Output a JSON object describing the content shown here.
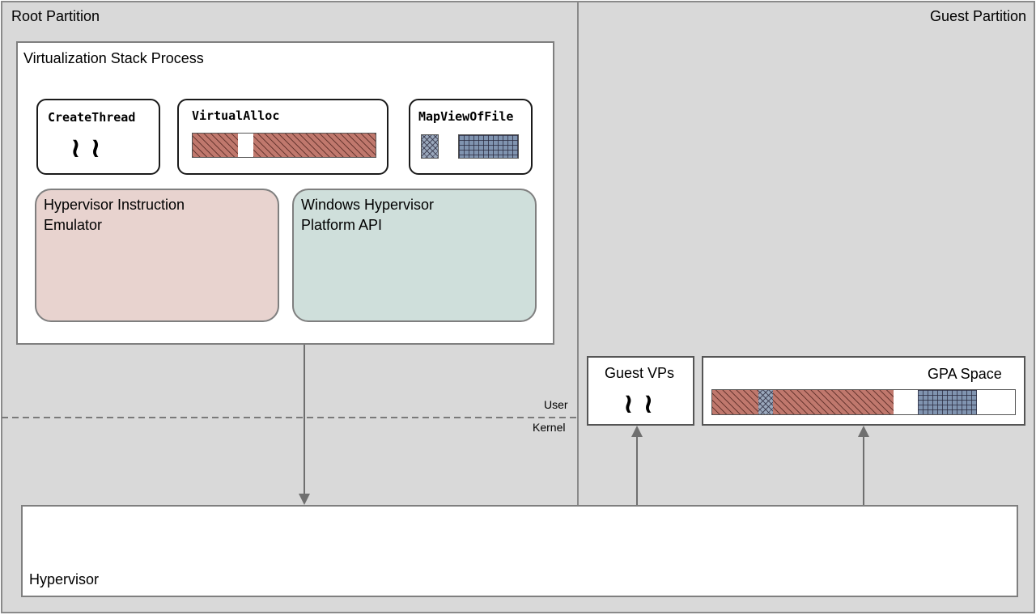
{
  "root_partition": {
    "title": "Root Partition",
    "process": {
      "title": "Virtualization Stack Process",
      "apis": [
        {
          "label": "CreateThread",
          "waves": "≀ ≀"
        },
        {
          "label": "VirtualAlloc"
        },
        {
          "label": "MapViewOfFile"
        }
      ],
      "emulator": {
        "line1": "Hypervisor Instruction",
        "line2": "Emulator"
      },
      "whp": {
        "line1": "Windows Hypervisor",
        "line2": "Platform API"
      }
    }
  },
  "guest_partition": {
    "title": "Guest Partition",
    "guest_vps": {
      "title": "Guest VPs",
      "waves": "≀ ≀"
    },
    "gpa_space": {
      "title": "GPA Space"
    }
  },
  "mode_boundary": {
    "user": "User",
    "kernel": "Kernel"
  },
  "hypervisor": {
    "label": "Hypervisor"
  },
  "colors": {
    "background": "#d9d9d9",
    "emulator_fill": "#e8d3cf",
    "whp_fill": "#cfdfdb",
    "allocated_memory": "#c0786d",
    "mapped_memory": "#8094b0"
  }
}
